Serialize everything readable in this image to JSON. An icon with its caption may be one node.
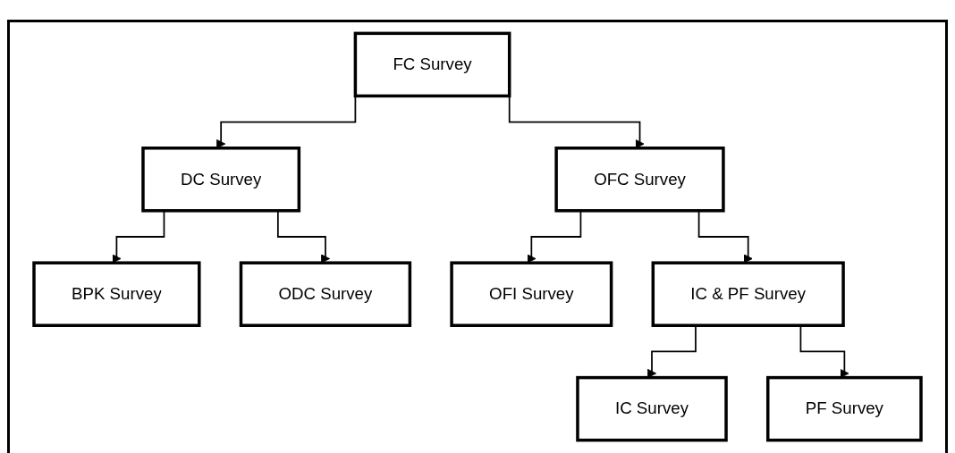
{
  "diagram": {
    "nodes": [
      {
        "text": [
          "FC Survey"
        ]
      },
      {
        "text": [
          "DC Survey"
        ]
      },
      {
        "text": [
          "OFC Survey"
        ]
      },
      {
        "text": [
          "BPK Survey"
        ]
      },
      {
        "text": [
          "ODC Survey"
        ]
      },
      {
        "text": [
          "OFI Survey"
        ]
      },
      {
        "text": [
          "IC & PF Survey"
        ]
      },
      {
        "text": [
          "IC Survey"
        ]
      },
      {
        "text": [
          "PF Survey"
        ]
      }
    ],
    "edges": [
      {
        "from": 0,
        "to": 1,
        "arrow": "to"
      },
      {
        "from": 0,
        "to": 2,
        "arrow": "to"
      },
      {
        "from": 1,
        "to": 3,
        "arrow": "to"
      },
      {
        "from": 1,
        "to": 4,
        "arrow": "to"
      },
      {
        "from": 2,
        "to": 5,
        "arrow": "to"
      },
      {
        "from": 2,
        "to": 6,
        "arrow": "to"
      },
      {
        "from": 6,
        "to": 7,
        "arrow": "to"
      },
      {
        "from": 6,
        "to": 8,
        "arrow": "to"
      }
    ]
  }
}
